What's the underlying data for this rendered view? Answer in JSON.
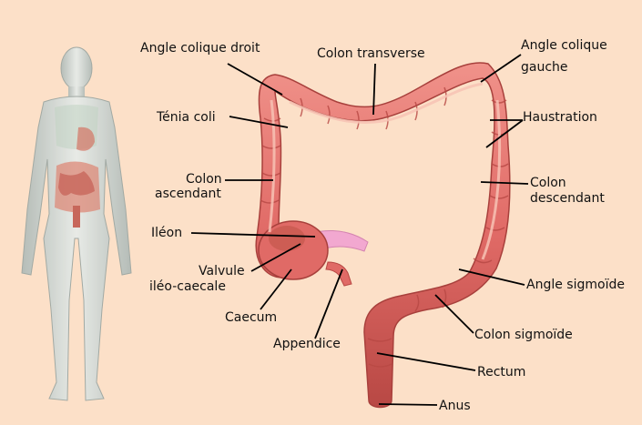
{
  "colors": {
    "background": "#fce0c8",
    "colon": "#e06a66",
    "colon_dark": "#b84844",
    "colon_light": "#f4a49c",
    "leader": "#000000",
    "body": "#c9d3cf"
  },
  "labels": {
    "angle_droit": "Angle colique droit",
    "colon_transverse": "Colon transverse",
    "angle_gauche_1": "Angle colique",
    "angle_gauche_2": "gauche",
    "tenia": "Ténia coli",
    "haustration": "Haustration",
    "ascendant_1": "Colon",
    "ascendant_2": "ascendant",
    "descendant_1": "Colon",
    "descendant_2": "descendant",
    "ileon": "Iléon",
    "valvule_1": "Valvule",
    "valvule_2": "iléo-caecale",
    "angle_sigmoide": "Angle sigmoïde",
    "caecum": "Caecum",
    "colon_sigmoide": "Colon sigmoïde",
    "appendice": "Appendice",
    "rectum": "Rectum",
    "anus": "Anus"
  },
  "icons": {
    "figure": "human-body-figure-icon",
    "colon": "large-intestine-illustration"
  }
}
